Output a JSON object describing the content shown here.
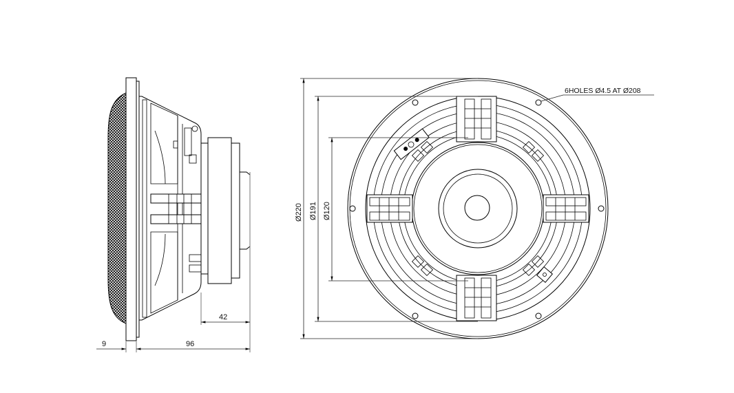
{
  "side_view": {
    "dim_flange": "9",
    "dim_depth": "96",
    "dim_magnet": "42"
  },
  "front_view": {
    "dim_outer": "Ø220",
    "dim_cutout": "Ø191",
    "dim_inner": "Ø120",
    "hole_note": "6HOLES Ø4.5 AT Ø208"
  },
  "colors": {
    "line": "#000000",
    "background": "#ffffff"
  }
}
